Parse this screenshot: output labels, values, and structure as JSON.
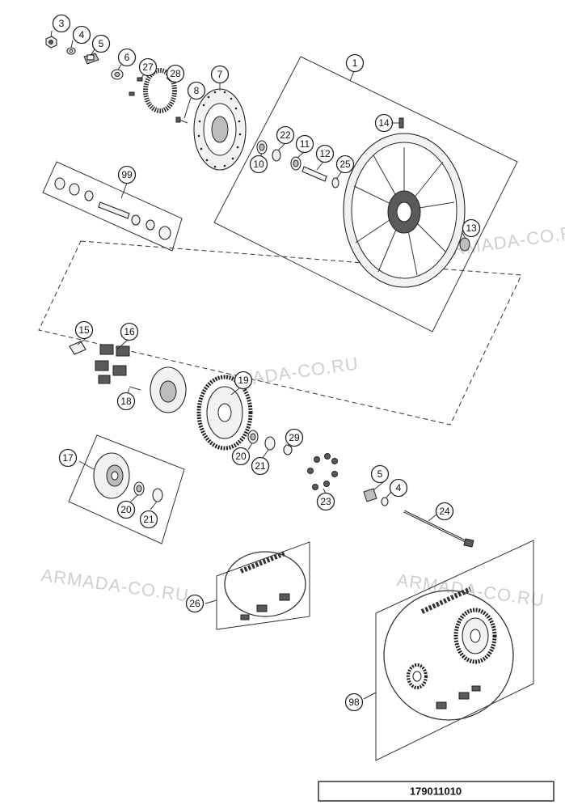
{
  "callouts": {
    "c1": "1",
    "c3": "3",
    "c4": "4",
    "c5": "5",
    "c6": "6",
    "c7": "7",
    "c8": "8",
    "c10": "10",
    "c11": "11",
    "c12": "12",
    "c13": "13",
    "c14": "14",
    "c15": "15",
    "c16": "16",
    "c17": "17",
    "c18": "18",
    "c19": "19",
    "c20a": "20",
    "c20b": "20",
    "c21a": "21",
    "c21b": "21",
    "c22": "22",
    "c23": "23",
    "c24": "24",
    "c25": "25",
    "c26": "26",
    "c27": "27",
    "c28": "28",
    "c29": "29",
    "c4b": "4",
    "c5b": "5",
    "c98": "98",
    "c99": "99"
  },
  "watermark": "ARMADA-CO.RU",
  "drawing_number": "179011010"
}
